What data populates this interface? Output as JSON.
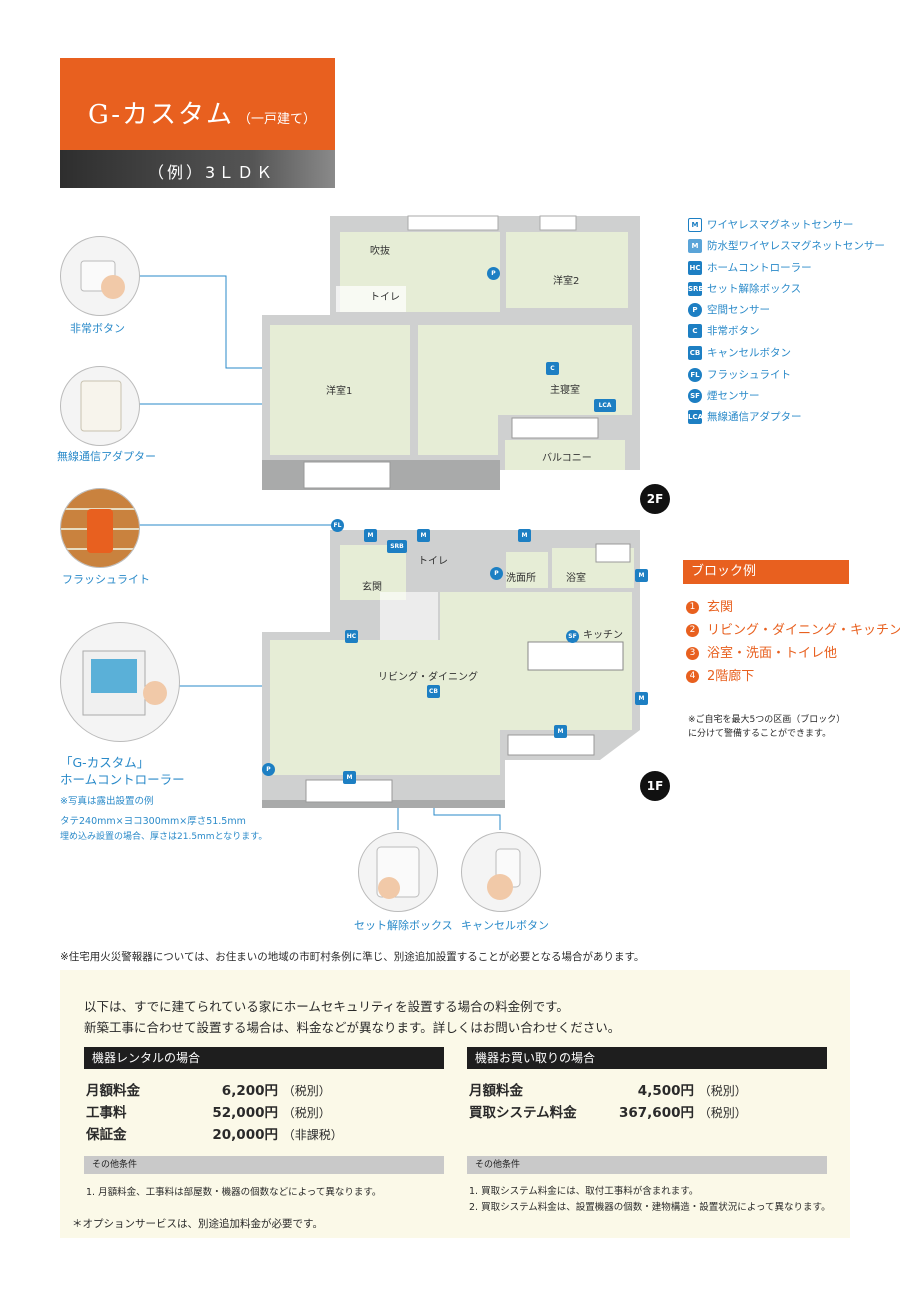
{
  "header": {
    "title": "G-カスタム",
    "title_sub": "（一戸建て）",
    "example": "（例）3ＬＤＫ"
  },
  "photos": {
    "emergency": "非常ボタン",
    "adapter": "無線通信アダプター",
    "flash": "フラッシュライト",
    "controller_line1": "「G-カスタム」",
    "controller_line2": "ホームコントローラー",
    "controller_note": "※写真は露出設置の例",
    "controller_size": "タテ240mm×ヨコ300mm×厚さ51.5mm",
    "controller_embed": "埋め込み設置の場合、厚さは21.5mmとなります。",
    "setbox": "セット解除ボックス",
    "cancel": "キャンセルボタン"
  },
  "legend": [
    {
      "code": "M",
      "label": "ワイヤレスマグネットセンサー"
    },
    {
      "code": "M",
      "label": "防水型ワイヤレスマグネットセンサー"
    },
    {
      "code": "HC",
      "label": "ホームコントローラー"
    },
    {
      "code": "SRB",
      "label": "セット解除ボックス"
    },
    {
      "code": "P",
      "label": "空間センサー"
    },
    {
      "code": "C",
      "label": "非常ボタン"
    },
    {
      "code": "CB",
      "label": "キャンセルボタン"
    },
    {
      "code": "FL",
      "label": "フラッシュライト"
    },
    {
      "code": "SF",
      "label": "煙センサー"
    },
    {
      "code": "LCA",
      "label": "無線通信アダプター"
    }
  ],
  "floor2": {
    "badge": "2F",
    "rooms": {
      "fukinuke": "吹抜",
      "toilet": "トイレ",
      "western2": "洋室2",
      "western1": "洋室1",
      "master": "主寝室",
      "balcony": "バルコニー"
    }
  },
  "floor1": {
    "badge": "1F",
    "rooms": {
      "toilet": "トイレ",
      "washroom": "洗面所",
      "bath": "浴室",
      "entrance": "玄関",
      "kitchen": "キッチン",
      "living": "リビング・ダイニング"
    }
  },
  "markers": {
    "M": "M",
    "P": "P",
    "C": "C",
    "LCA": "LCA",
    "FL": "FL",
    "SRB": "SRB",
    "HC": "HC",
    "SF": "SF",
    "CB": "CB"
  },
  "blocks": {
    "title": "ブロック例",
    "items": [
      {
        "num": "1",
        "label": "玄関"
      },
      {
        "num": "2",
        "label": "リビング・ダイニング・キッチン"
      },
      {
        "num": "3",
        "label": "浴室・洗面・トイレ他"
      },
      {
        "num": "4",
        "label": "2階廊下"
      }
    ],
    "note1": "※ご自宅を最大5つの区画（ブロック）",
    "note2": "に分けて警備することができます。"
  },
  "fire_note": "※住宅用火災警報器については、お住まいの地域の市町村条例に準じ、別途追加設置することが必要となる場合があります。",
  "pricing": {
    "intro1": "以下は、すでに建てられている家にホームセキュリティを設置する場合の料金例です。",
    "intro2": "新築工事に合わせて設置する場合は、料金などが異なります。詳しくはお問い合わせください。",
    "rental": {
      "title": "機器レンタルの場合",
      "rows": [
        {
          "label": "月額料金",
          "value": "6,200円",
          "note": "（税別）"
        },
        {
          "label": "工事料",
          "value": "52,000円",
          "note": "（税別）"
        },
        {
          "label": "保証金",
          "value": "20,000円",
          "note": "（非課税）"
        }
      ],
      "other_title": "その他条件",
      "other": "1. 月額料金、工事料は部屋数・機器の個数などによって異なります。"
    },
    "purchase": {
      "title": "機器お買い取りの場合",
      "rows": [
        {
          "label": "月額料金",
          "value": "4,500円",
          "note": "（税別）"
        },
        {
          "label": "買取システム料金",
          "value": "367,600円",
          "note": "（税別）"
        }
      ],
      "other_title": "その他条件",
      "other1": "1. 買取システム料金には、取付工事料が含まれます。",
      "other2": "2. 買取システム料金は、設置機器の個数・建物構造・設置状況によって異なります。"
    },
    "option_note": "＊オプションサービスは、別途追加料金が必要です。"
  }
}
